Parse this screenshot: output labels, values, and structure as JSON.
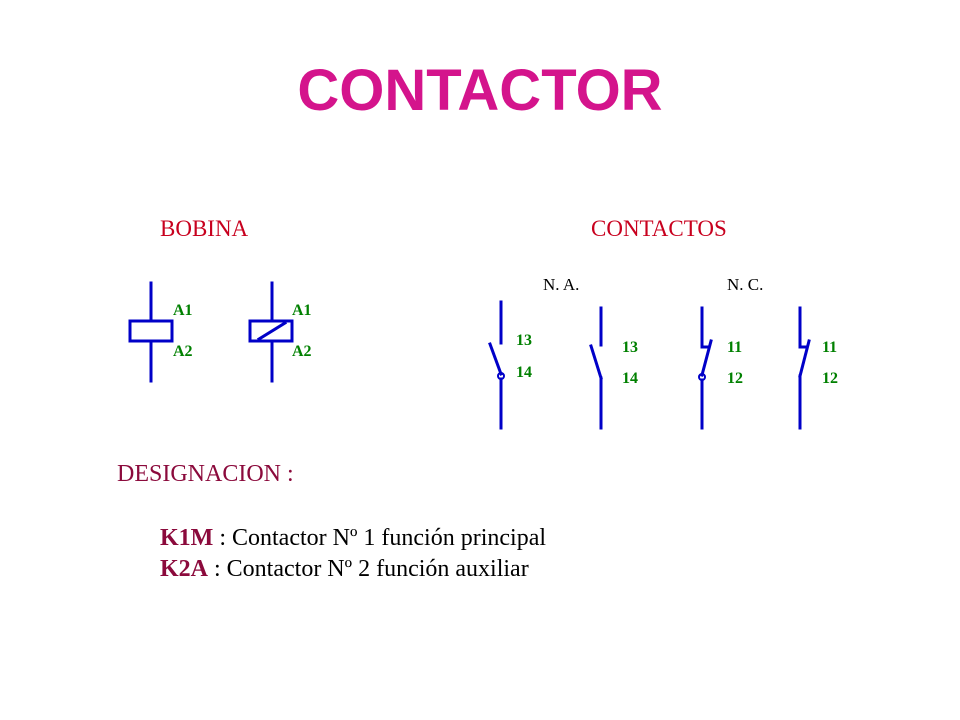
{
  "colors": {
    "title": "#D4148C",
    "header": "#C8001E",
    "terminal_label": "#008000",
    "designation_code": "#8B0A3C",
    "symbol_line": "#0000C8",
    "text": "#000000"
  },
  "title": "CONTACTOR",
  "bobina": {
    "header": "BOBINA",
    "symbols": [
      {
        "top_terminal": "A1",
        "bottom_terminal": "A2"
      },
      {
        "top_terminal": "A1",
        "bottom_terminal": "A2"
      }
    ]
  },
  "contactos": {
    "header": "CONTACTOS",
    "na_label": "N. A.",
    "nc_label": "N. C.",
    "contacts": [
      {
        "top_terminal": "13",
        "bottom_terminal": "14"
      },
      {
        "top_terminal": "13",
        "bottom_terminal": "14"
      },
      {
        "top_terminal": "11",
        "bottom_terminal": "12"
      },
      {
        "top_terminal": "11",
        "bottom_terminal": "12"
      }
    ]
  },
  "designation": {
    "heading": "DESIGNACION :",
    "items": [
      {
        "code": "K1M",
        "text": " : Contactor Nº 1 función principal"
      },
      {
        "code": "K2A",
        "text": " : Contactor Nº 2 función auxiliar"
      }
    ]
  }
}
